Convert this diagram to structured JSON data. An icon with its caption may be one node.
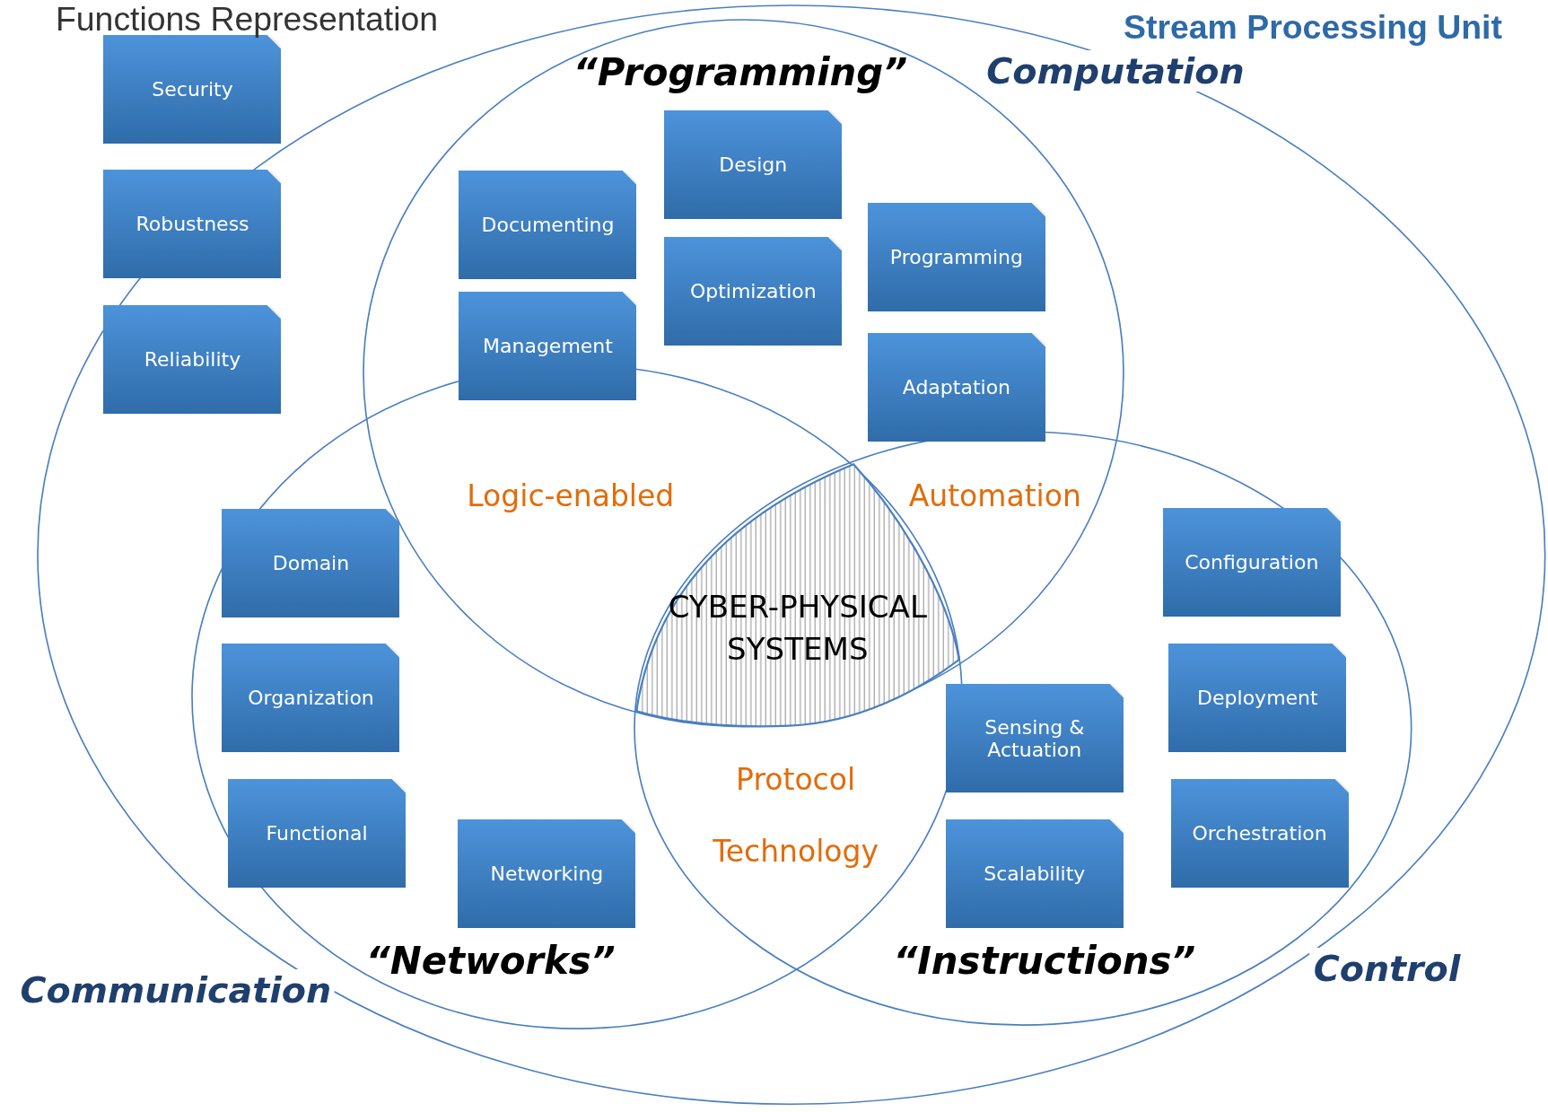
{
  "diagram": {
    "nodes": [
      {
        "text": [
          "Computation",
          "Control",
          "Communication"
        ]
      },
      {
        "text": [
          "“Programming”"
        ],
        "in": 0
      },
      {
        "text": [
          "“Networks”"
        ],
        "in": 0
      },
      {
        "text": [
          "“Instructions”"
        ],
        "in": 0
      },
      {
        "text": [
          "CYBER-PHYSICAL SYSTEMS"
        ]
      },
      {
        "text": [
          "Security"
        ],
        "in": 0
      },
      {
        "text": [
          "Design"
        ],
        "in": 1
      },
      {
        "text": [
          "Documenting"
        ],
        "in": 1
      },
      {
        "text": [
          "Robustness"
        ],
        "in": 0
      },
      {
        "text": [
          "Programming"
        ],
        "in": 1
      },
      {
        "text": [
          "Optimization"
        ],
        "in": 1
      },
      {
        "text": [
          "Management"
        ],
        "in": 1
      },
      {
        "text": [
          "Reliability"
        ],
        "in": 0
      },
      {
        "text": [
          "Adaptation"
        ],
        "in": 1
      },
      {
        "text": [
          "Domain"
        ],
        "in": 2
      },
      {
        "text": [
          "Configuration"
        ],
        "in": 3
      },
      {
        "text": [
          "Organization"
        ],
        "in": 2
      },
      {
        "text": [
          "Deployment"
        ],
        "in": 3
      },
      {
        "text": [
          "Sensing & Actuation"
        ],
        "in": 3
      },
      {
        "text": [
          "Functional"
        ],
        "in": 2
      },
      {
        "text": [
          "Orchestration"
        ],
        "in": 3
      },
      {
        "text": [
          "Networking"
        ],
        "in": 2
      },
      {
        "text": [
          "Scalability"
        ],
        "in": 3
      }
    ],
    "labels": [
      "Functions Representation",
      "Stream Processing Unit",
      "Logic-enabled",
      "Automation",
      "Protocol",
      "Technology"
    ]
  }
}
